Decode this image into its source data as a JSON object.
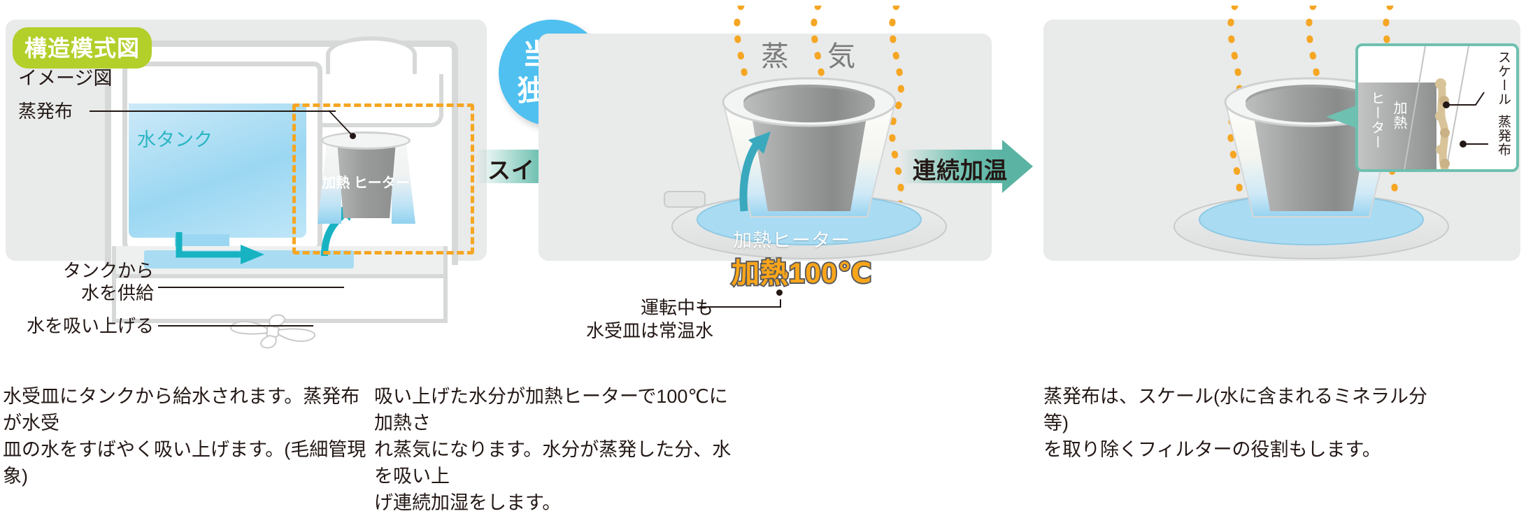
{
  "title_pill": "構造模式図",
  "panel1": {
    "label_image": "イメージ図",
    "label_cloth": "蒸発布",
    "label_tank": "水タンク",
    "label_supply": "タンクから\n水を供給",
    "label_suck": "水を吸い上げる",
    "heater_text": "加熱\nヒーター"
  },
  "badge": {
    "line1": "当社",
    "line2": "独自",
    "sup": "※"
  },
  "arrows": {
    "arrow1_label": "スイッチオン",
    "arrow2_label": "連続加温"
  },
  "panel2": {
    "steam_word": "蒸 気",
    "heater_label": "加熱ヒーター",
    "heat_value": "加熱100℃",
    "label_runtemp": "運転中も\n水受皿は常温水"
  },
  "panel3": {
    "inset": {
      "label_scale": "スケール",
      "label_cloth": "蒸発布",
      "label_heater_a": "ヒーター",
      "label_heater_b": "加熱"
    }
  },
  "captions": {
    "c1": "水受皿にタンクから給水されます。蒸発布が水受\n皿の水をすばやく吸い上げます。(毛細管現象)",
    "c2": "吸い上げた水分が加熱ヒーターで100℃に加熱さ\nれ蒸気になります。水分が蒸発した分、水を吸い上\nげ連続加湿をします。",
    "c3": "蒸発布は、スケール(水に含まれるミネラル分等)\nを取り除くフィルターの役割もします。"
  },
  "colors": {
    "panel_bg": "#e9eaea",
    "pill_green": "#b2cf2a",
    "badge_blue": "#4fc0ef",
    "arrow_teal": "#6ec0b0",
    "water_blue": "#9bd7f2",
    "accent_orange": "#f5a623",
    "steam_dot": "#f5a623",
    "inset_border": "#6ec0b0"
  }
}
